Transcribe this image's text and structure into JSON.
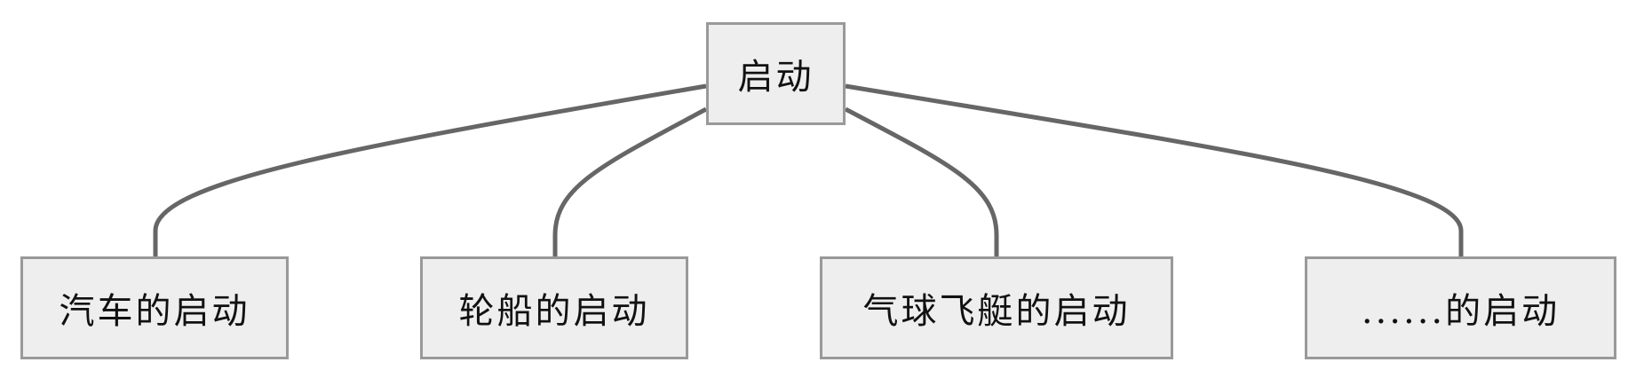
{
  "colors": {
    "node_fill": "#eeeeee",
    "node_border": "#999999",
    "connector": "#666666",
    "text": "#111111"
  },
  "diagram": {
    "type": "tree",
    "root": {
      "label": "启动"
    },
    "children": [
      {
        "label": "汽车的启动"
      },
      {
        "label": "轮船的启动"
      },
      {
        "label": "气球飞艇的启动"
      },
      {
        "label": "......的启动"
      }
    ]
  }
}
